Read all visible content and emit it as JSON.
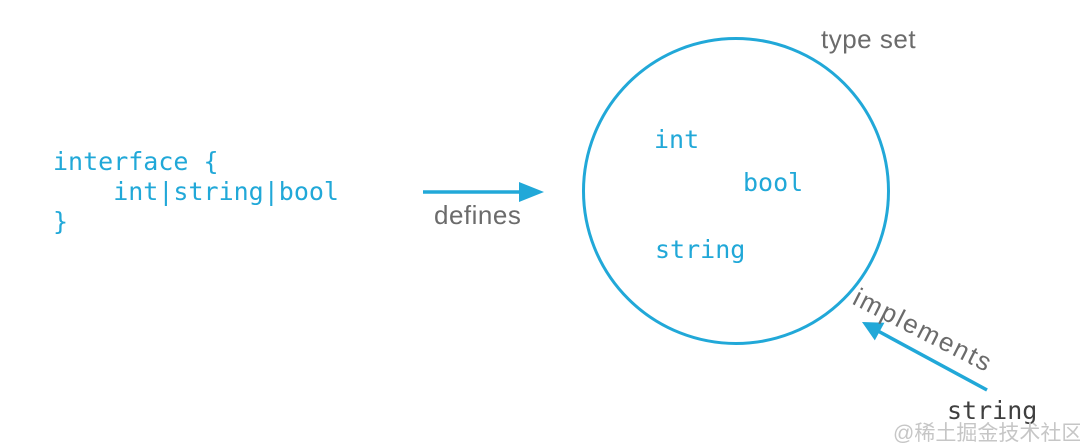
{
  "diagram": {
    "code_block": {
      "lines": [
        "interface {",
        "    int|string|bool",
        "}"
      ]
    },
    "defines_label": "defines",
    "type_set_label": "type set",
    "set_members": [
      "int",
      "bool",
      "string"
    ],
    "implements_label": "implements",
    "implementing_type": "string",
    "watermark": "@稀土掘金技术社区",
    "colors": {
      "accent": "#21a8d8",
      "label_gray": "#6b6b6b",
      "dark_text": "#3f3f3f",
      "watermark_gray": "#c6c6c6",
      "background": "#ffffff"
    }
  }
}
